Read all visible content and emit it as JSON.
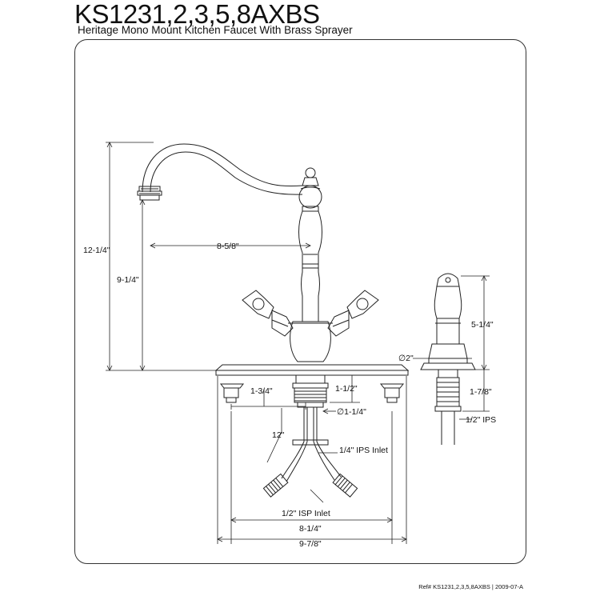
{
  "header": {
    "model": "KS1231,2,3,5,8AXBS",
    "description": "Heritage Mono Mount Kitchen Faucet With Brass Sprayer"
  },
  "dimensions": {
    "overall_height": "12-1/4\"",
    "spout_height": "9-1/4\"",
    "spout_reach": "8-5/8\"",
    "base_left": "1-3/4\"",
    "shank_height": "1-1/2\"",
    "shank_dia": "∅1-1/4\"",
    "hose_length": "12\"",
    "ips_inlet": "1/4\" IPS Inlet",
    "isp_inlet": "1/2\" ISP Inlet",
    "width_inner": "8-1/4\"",
    "width_outer": "9-7/8\"",
    "sprayer_height": "5-1/4\"",
    "sprayer_dia": "∅2\"",
    "sprayer_shank": "1-7/8\"",
    "sprayer_ips": "1/2\" IPS"
  },
  "footer": {
    "ref": "Ref# KS1231,2,3,5,8AXBS | 2009-07-A"
  }
}
